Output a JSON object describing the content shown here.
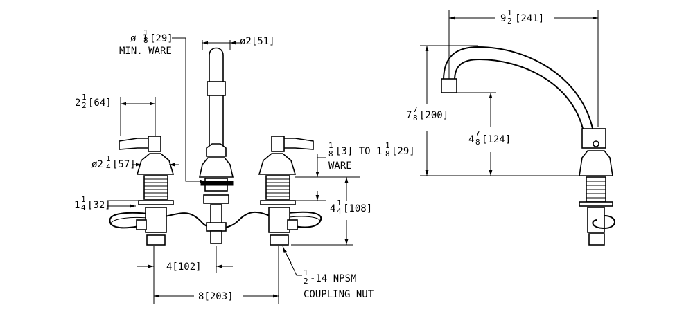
{
  "dims": {
    "min_ware_dia": "ø 1",
    "min_ware_frac": [
      "1",
      "8"
    ],
    "min_ware_mm": "[29]",
    "min_ware_note": "MIN. WARE",
    "spout_dia": "ø2[51]",
    "handle_width_whole": "2",
    "handle_width_frac": [
      "1",
      "2"
    ],
    "handle_width_mm": "[64]",
    "base_dia": "ø2",
    "base_dia_frac": [
      "1",
      "4"
    ],
    "base_dia_mm": "[57]",
    "ware_frac_a": [
      "1",
      "8"
    ],
    "ware_mid": "[3] TO 1",
    "ware_frac_b": [
      "1",
      "8"
    ],
    "ware_mm": "[29]",
    "ware_note": "WARE",
    "nut_height_whole": "1",
    "nut_height_frac": [
      "1",
      "4"
    ],
    "nut_height_mm": "[32]",
    "shank_whole": "4",
    "shank_frac": [
      "1",
      "4"
    ],
    "shank_mm": "[108]",
    "center_spacing": "4[102]",
    "overall_spacing": "8[203]",
    "coupling_frac": [
      "1",
      "2"
    ],
    "coupling_thread": "-14 NPSM",
    "coupling_note": "COUPLING NUT",
    "reach_whole": "9",
    "reach_frac": [
      "1",
      "2"
    ],
    "reach_mm": "[241]",
    "height_whole": "7",
    "height_frac": [
      "7",
      "8"
    ],
    "height_mm": "[200]",
    "clearance_whole": "4",
    "clearance_frac": [
      "7",
      "8"
    ],
    "clearance_mm": "[124]"
  }
}
